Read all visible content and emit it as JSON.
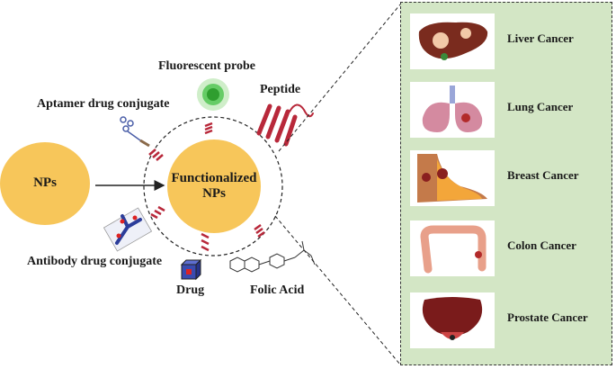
{
  "nodes": {
    "nps": "NPs",
    "functionalized_line1": "Functionalized",
    "functionalized_line2": "NPs"
  },
  "ligands": {
    "fluorescent_probe": "Fluorescent probe",
    "peptide": "Peptide",
    "aptamer": "Aptamer drug conjugate",
    "antibody": "Antibody drug conjugate",
    "drug": "Drug",
    "folic_acid": "Folic Acid"
  },
  "cancers": [
    {
      "label": "Liver Cancer",
      "icon": "liver-icon"
    },
    {
      "label": "Lung Cancer",
      "icon": "lung-icon"
    },
    {
      "label": "Breast Cancer",
      "icon": "breast-icon"
    },
    {
      "label": "Colon Cancer",
      "icon": "colon-icon"
    },
    {
      "label": "Prostate Cancer",
      "icon": "prostate-icon"
    }
  ],
  "colors": {
    "np_fill": "#f7c65a",
    "panel_bg": "#d3e6c5",
    "ligand_red": "#b8283a",
    "probe_green": "#3dbf3d"
  }
}
